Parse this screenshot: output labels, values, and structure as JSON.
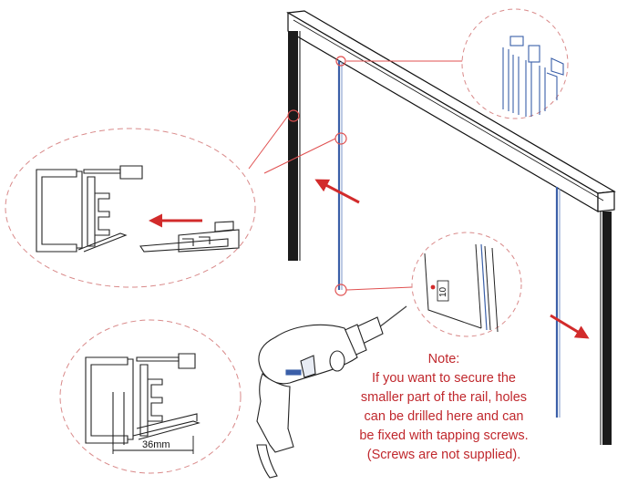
{
  "colors": {
    "annotation_red": "#c0282d",
    "profile_blue": "#3a5fa8",
    "line_black": "#111111",
    "callout_dash": "#d98a8a",
    "connector": "#e05050"
  },
  "note": {
    "heading": "Note:",
    "lines": [
      "If you want to secure the",
      "smaller part of the rail, holes",
      "can be drilled here and can",
      "be fixed with tapping screws.",
      "(Screws are not supplied)."
    ]
  },
  "profile_detail": {
    "dimension_label": "36mm"
  },
  "drill_detail": {
    "marking_label": "10"
  },
  "icons": {
    "drill": "power-drill-icon",
    "arrows": "direction-arrow-icon"
  }
}
